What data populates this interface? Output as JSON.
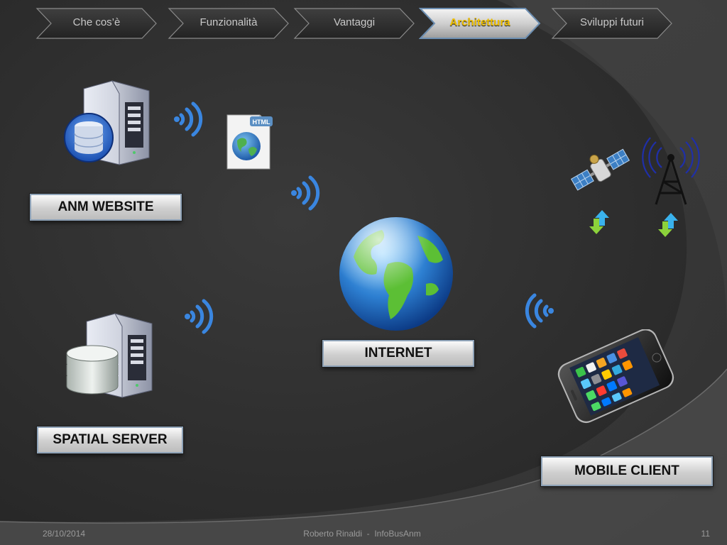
{
  "nav": {
    "steps": [
      {
        "label": "Che cos’è"
      },
      {
        "label": "Funzionalità"
      },
      {
        "label": "Vantaggi"
      },
      {
        "label": "Architettura"
      },
      {
        "label": "Sviluppi futuri"
      }
    ],
    "active_index": 3
  },
  "nodes": {
    "anm_website": "ANM WEBSITE",
    "spatial_server": "SPATIAL SERVER",
    "internet": "INTERNET",
    "mobile_client": "MOBILE CLIENT"
  },
  "html_badge": "HTML",
  "footer": {
    "date": "28/10/2014",
    "author": "Roberto Rinaldi  -  InfoBusAnm",
    "page_number": "11"
  },
  "colors": {
    "background": "#2e2e2e",
    "active_nav_text": "#f2c200",
    "nav_text": "#c8c8c8",
    "wifi_blue": "#3a86e0"
  },
  "icons": [
    "server-database-icon",
    "html-document-icon",
    "wifi-signal-icon",
    "globe-icon",
    "satellite-icon",
    "radio-tower-icon",
    "up-down-arrows-icon",
    "smartphone-icon"
  ]
}
